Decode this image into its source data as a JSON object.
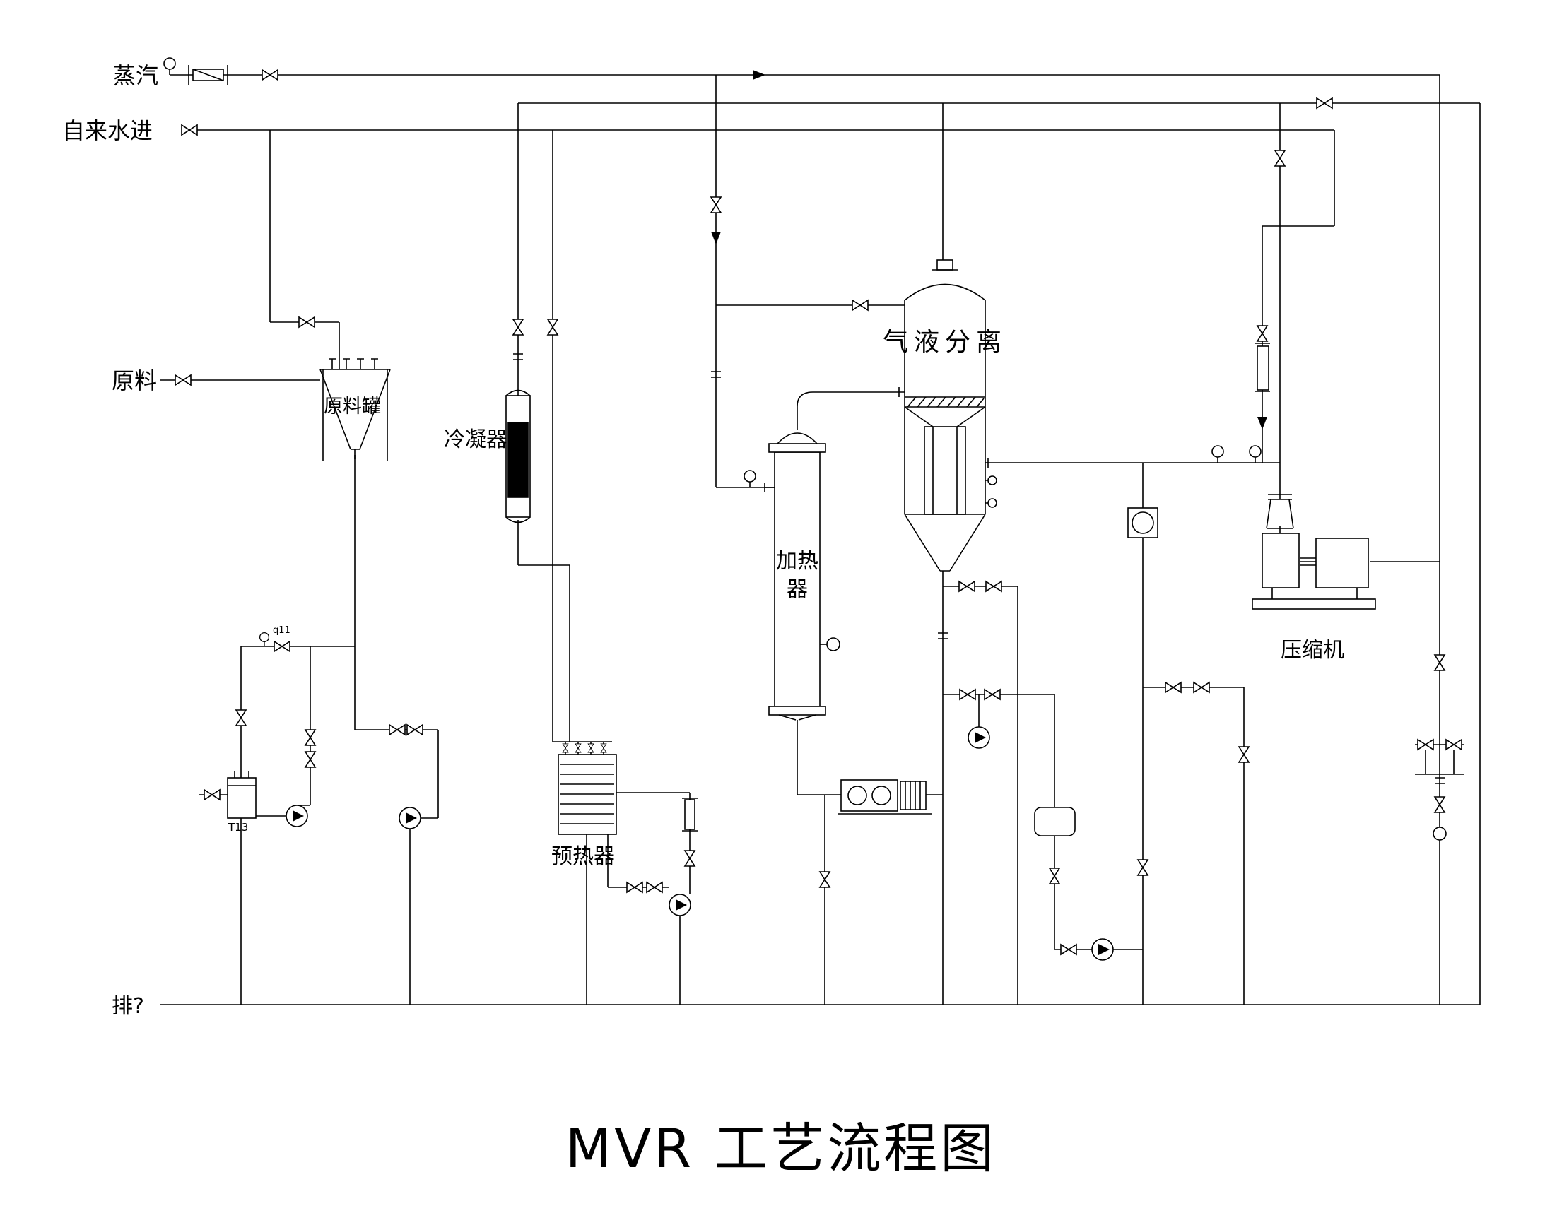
{
  "page": {
    "background": "#ffffff",
    "line_color": "#000000"
  },
  "title": "MVR 工艺流程图",
  "streams": {
    "steam": "蒸汽",
    "tap_water": "自来水进",
    "feed": "原料",
    "drain": "排?"
  },
  "equipment": {
    "feed_tank": "原料罐",
    "condenser": "冷凝器",
    "separator": "气液分离",
    "heater_line1": "加热",
    "heater_line2": "器",
    "preheater": "预热器",
    "compressor": "压缩机"
  },
  "tags": {
    "unit_tag": "T13",
    "instrument_tag": "q11"
  }
}
